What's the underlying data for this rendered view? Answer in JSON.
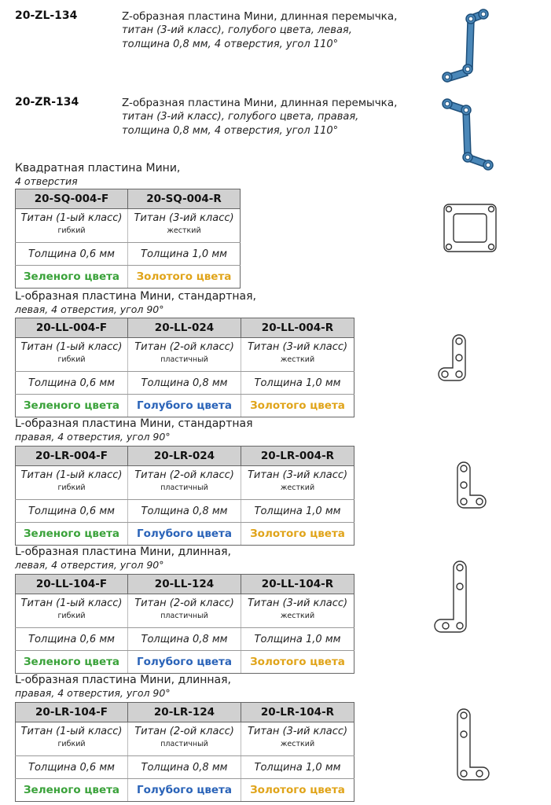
{
  "items": [
    {
      "code": "20-ZL-134",
      "line1": "Z-образная пластина Мини, длинная перемычка,",
      "line2": "титан (3-ий класс), голубого цвета, левая,",
      "line3": "толщина 0,8 мм, 4 отверстия, угол 110°"
    },
    {
      "code": "20-ZR-134",
      "line1": "Z-образная пластина Мини, длинная перемычка,",
      "line2": "титан (3-ий класс), голубого цвета, правая,",
      "line3": "толщина 0,8 мм, 4 отверстия, угол 110°"
    }
  ],
  "sections": [
    {
      "title": "Квадратная пластина Мини,",
      "subtitle": "4 отверстия",
      "columns": [
        {
          "code": "20-SQ-004-F",
          "material": "Титан (1-ый класс)",
          "type": "гибкий",
          "thickness": "Толщина 0,6 мм",
          "color": "Зеленого цвета"
        },
        {
          "code": "20-SQ-004-R",
          "material": "Титан (3-ий класс)",
          "type": "жесткий",
          "thickness": "Толщина 1,0 мм",
          "color": "Золотого цвета"
        }
      ]
    },
    {
      "title": "L-образная пластина Мини, стандартная,",
      "subtitle": "левая, 4 отверстия, угол 90°",
      "columns": [
        {
          "code": "20-LL-004-F",
          "material": "Титан (1-ый класс)",
          "type": "гибкий",
          "thickness": "Толщина 0,6 мм",
          "color": "Зеленого цвета"
        },
        {
          "code": "20-LL-024",
          "material": "Титан (2-ой класс)",
          "type": "пластичный",
          "thickness": "Толщина 0,8 мм",
          "color": "Голубого цвета"
        },
        {
          "code": "20-LL-004-R",
          "material": "Титан (3-ий класс)",
          "type": "жесткий",
          "thickness": "Толщина 1,0 мм",
          "color": "Золотого цвета"
        }
      ]
    },
    {
      "title": "L-образная пластина Мини, стандартная",
      "subtitle": "правая, 4 отверстия, угол 90°",
      "columns": [
        {
          "code": "20-LR-004-F",
          "material": "Титан (1-ый класс)",
          "type": "гибкий",
          "thickness": "Толщина 0,6 мм",
          "color": "Зеленого цвета"
        },
        {
          "code": "20-LR-024",
          "material": "Титан (2-ой класс)",
          "type": "пластичный",
          "thickness": "Толщина 0,8 мм",
          "color": "Голубого цвета"
        },
        {
          "code": "20-LR-004-R",
          "material": "Титан (3-ий класс)",
          "type": "жесткий",
          "thickness": "Толщина 1,0 мм",
          "color": "Золотого цвета"
        }
      ]
    },
    {
      "title": "L-образная пластина Мини, длинная,",
      "subtitle": "левая, 4 отверстия, угол 90°",
      "columns": [
        {
          "code": "20-LL-104-F",
          "material": "Титан (1-ый класс)",
          "type": "гибкий",
          "thickness": "Толщина 0,6 мм",
          "color": "Зеленого цвета"
        },
        {
          "code": "20-LL-124",
          "material": "Титан (2-ой класс)",
          "type": "пластичный",
          "thickness": "Толщина 0,8 мм",
          "color": "Голубого цвета"
        },
        {
          "code": "20-LL-104-R",
          "material": "Титан (3-ий класс)",
          "type": "жесткий",
          "thickness": "Толщина 1,0 мм",
          "color": "Золотого цвета"
        }
      ]
    },
    {
      "title": "L-образная пластина Мини, длинная,",
      "subtitle": "правая, 4 отверстия, угол 90°",
      "columns": [
        {
          "code": "20-LR-104-F",
          "material": "Титан (1-ый класс)",
          "type": "гибкий",
          "thickness": "Толщина 0,6 мм",
          "color": "Зеленого цвета"
        },
        {
          "code": "20-LR-124",
          "material": "Титан (2-ой класс)",
          "type": "пластичный",
          "thickness": "Толщина 0,8 мм",
          "color": "Голубого цвета"
        },
        {
          "code": "20-LR-104-R",
          "material": "Титан (3-ий класс)",
          "type": "жесткий",
          "thickness": "Толщина 1,0 мм",
          "color": "Золотого цвета"
        }
      ]
    }
  ],
  "colors": {
    "green": "#3aa23a",
    "blue": "#2a63b8",
    "gold": "#e0a41a",
    "header_bg": "#d1d1d1",
    "plate_blue": "#4a87b8"
  },
  "icons": [
    "z-plate-left-icon",
    "z-plate-right-icon",
    "square-plate-icon",
    "l-plate-left-icon",
    "l-plate-right-icon",
    "l-plate-long-left-icon",
    "l-plate-long-right-icon"
  ]
}
